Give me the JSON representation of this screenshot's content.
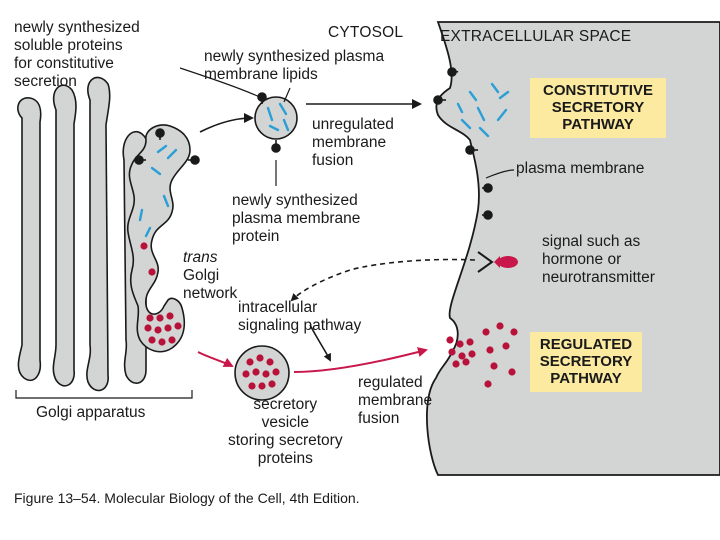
{
  "headers": {
    "cytosol": "CYTOSOL",
    "extracellular": "EXTRACELLULAR SPACE"
  },
  "labels": {
    "soluble_proteins": "newly synthesized\nsoluble proteins\nfor constitutive\nsecretion",
    "membrane_lipids": "newly synthesized plasma\nmembrane lipids",
    "unregulated_fusion": "unregulated\nmembrane\nfusion",
    "plasma_membrane": "plasma membrane",
    "membrane_protein": "newly synthesized\nplasma membrane\nprotein",
    "trans_golgi_italic": "trans",
    "trans_golgi_rest": "Golgi\nnetwork",
    "signal": "signal such as\nhormone or\nneurotransmitter",
    "intracellular_signaling": "intracellular\nsignaling pathway",
    "golgi_apparatus": "Golgi apparatus",
    "secretory_vesicle": "secretory\nvesicle\nstoring secretory\nproteins",
    "regulated_fusion": "regulated\nmembrane\nfusion"
  },
  "pathways": {
    "constitutive": "CONSTITUTIVE\nSECRETORY\nPATHWAY",
    "regulated": "REGULATED\nSECRETORY\nPATHWAY"
  },
  "caption": "Figure 13–54. Molecular Biology of the Cell, 4th Edition.",
  "colors": {
    "membrane_fill": "#d3d5d5",
    "extracellular": "#d3d5d5",
    "outline": "#1a1a1a",
    "lipid_dash": "#2a9fd6",
    "granule": "#b8123a",
    "regulated_arrow": "#c8174a",
    "pathway_box": "#fbeaa0"
  }
}
